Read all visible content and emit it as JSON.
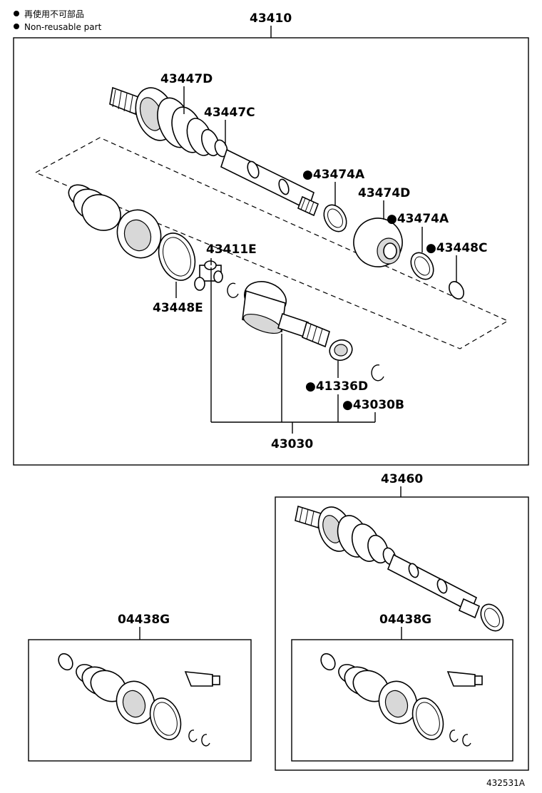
{
  "legend": {
    "line1": "再使用不可部品",
    "line2": "Non-reusable part",
    "marker": "●"
  },
  "labels": {
    "assy_main": "43410",
    "joint_outer": "43447D",
    "clamp_outer": "43447C",
    "clamp_a1": "●43474A",
    "damper": "43474D",
    "clamp_a2": "●43474A",
    "clamp_c": "●43448C",
    "tripod": "43411E",
    "clamp_e": "43448E",
    "seal": "●41336D",
    "snap": "●43030B",
    "inboard": "43030",
    "assy_lh": "43460",
    "boot_kit_left": "04438G",
    "boot_kit_right": "04438G",
    "ref": "432531A"
  }
}
